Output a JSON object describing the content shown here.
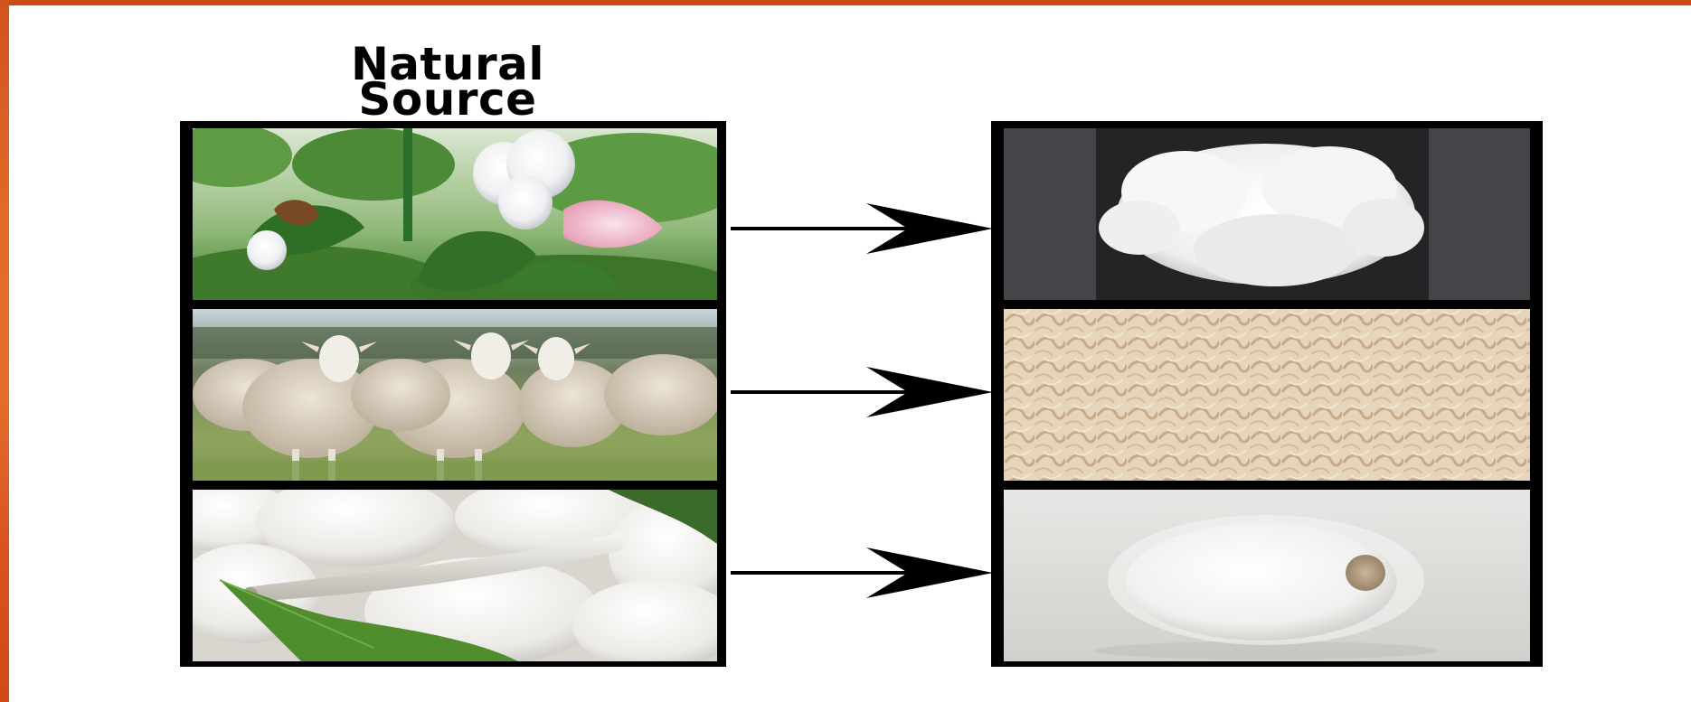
{
  "title": {
    "line1": "Natural",
    "line2": "Source"
  },
  "rows": [
    {
      "source": "cotton-plant-image",
      "fiber": "raw-cotton-fiber-image",
      "arrow": "right-arrow-icon"
    },
    {
      "source": "sheep-flock-image",
      "fiber": "wool-fleece-image",
      "arrow": "right-arrow-icon"
    },
    {
      "source": "silkworm-cocoons-image",
      "fiber": "silk-cocoon-image",
      "arrow": "right-arrow-icon"
    }
  ],
  "colors": {
    "accent_bar": "#cf4a17",
    "frame": "#000000",
    "arrow": "#000000"
  }
}
